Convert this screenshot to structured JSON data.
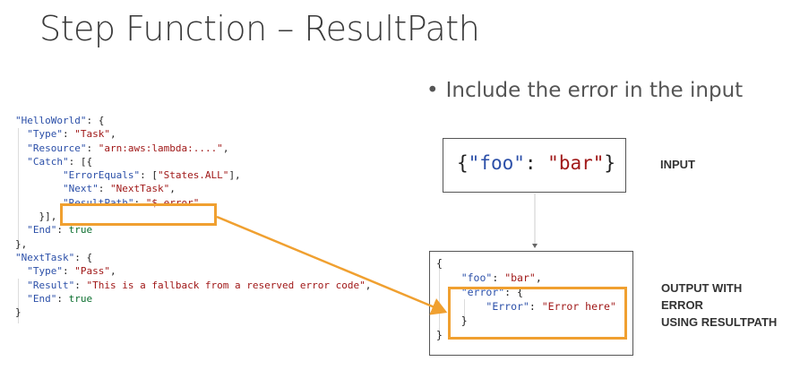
{
  "slide": {
    "title": "Step Function – ResultPath",
    "bullet": "Include the error in the input"
  },
  "code_left": [
    [
      [
        "k",
        "\"HelloWorld\""
      ],
      [
        "p",
        ": {"
      ]
    ],
    [
      [
        "p",
        "  "
      ],
      [
        "k",
        "\"Type\""
      ],
      [
        "p",
        ": "
      ],
      [
        "s",
        "\"Task\""
      ],
      [
        "p",
        ","
      ]
    ],
    [
      [
        "p",
        "  "
      ],
      [
        "k",
        "\"Resource\""
      ],
      [
        "p",
        ": "
      ],
      [
        "s",
        "\"arn:aws:lambda:....\""
      ],
      [
        "p",
        ","
      ]
    ],
    [
      [
        "p",
        "  "
      ],
      [
        "k",
        "\"Catch\""
      ],
      [
        "p",
        ": [{"
      ]
    ],
    [
      [
        "p",
        "        "
      ],
      [
        "k",
        "\"ErrorEquals\""
      ],
      [
        "p",
        ": ["
      ],
      [
        "s",
        "\"States.ALL\""
      ],
      [
        "p",
        "],"
      ]
    ],
    [
      [
        "p",
        "        "
      ],
      [
        "k",
        "\"Next\""
      ],
      [
        "p",
        ": "
      ],
      [
        "s",
        "\"NextTask\""
      ],
      [
        "p",
        ","
      ]
    ],
    [
      [
        "p",
        "        "
      ],
      [
        "k",
        "\"ResultPath\""
      ],
      [
        "p",
        ": "
      ],
      [
        "s",
        "\"$.error\""
      ]
    ],
    [
      [
        "p",
        "    }],"
      ]
    ],
    [
      [
        "p",
        "  "
      ],
      [
        "k",
        "\"End\""
      ],
      [
        "p",
        ": "
      ],
      [
        "n",
        "true"
      ]
    ],
    [
      [
        "p",
        "},"
      ]
    ],
    [
      [
        "k",
        "\"NextTask\""
      ],
      [
        "p",
        ": {"
      ]
    ],
    [
      [
        "p",
        "  "
      ],
      [
        "k",
        "\"Type\""
      ],
      [
        "p",
        ": "
      ],
      [
        "s",
        "\"Pass\""
      ],
      [
        "p",
        ","
      ]
    ],
    [
      [
        "p",
        "  "
      ],
      [
        "k",
        "\"Result\""
      ],
      [
        "p",
        ": "
      ],
      [
        "s",
        "\"This is a fallback from a reserved error code\""
      ],
      [
        "p",
        ","
      ]
    ],
    [
      [
        "p",
        "  "
      ],
      [
        "k",
        "\"End\""
      ],
      [
        "p",
        ": "
      ],
      [
        "n",
        "true"
      ]
    ],
    [
      [
        "p",
        "}"
      ]
    ]
  ],
  "input_box": {
    "code": [
      [
        "p",
        "{"
      ],
      [
        "k",
        "\"foo\""
      ],
      [
        "p",
        ": "
      ],
      [
        "s",
        "\"bar\""
      ],
      [
        "p",
        "}"
      ]
    ],
    "label": "INPUT"
  },
  "output_box": {
    "code": [
      [
        [
          "p",
          "{"
        ]
      ],
      [
        [
          "p",
          "    "
        ],
        [
          "k",
          "\"foo\""
        ],
        [
          "p",
          ": "
        ],
        [
          "s",
          "\"bar\""
        ],
        [
          "p",
          ","
        ]
      ],
      [
        [
          "p",
          "    "
        ],
        [
          "k",
          "\"error\""
        ],
        [
          "p",
          ": {"
        ]
      ],
      [
        [
          "p",
          "        "
        ],
        [
          "k",
          "\"Error\""
        ],
        [
          "p",
          ": "
        ],
        [
          "s",
          "\"Error here\""
        ]
      ],
      [
        [
          "p",
          "    }"
        ]
      ],
      [
        [
          "p",
          "}"
        ]
      ]
    ],
    "label_lines": [
      "OUTPUT WITH",
      "ERROR",
      "USING RESULTPATH"
    ]
  },
  "colors": {
    "highlight": "#f0a030",
    "key": "#2b4fa8",
    "string": "#a01818",
    "literal": "#0b6e2e"
  }
}
